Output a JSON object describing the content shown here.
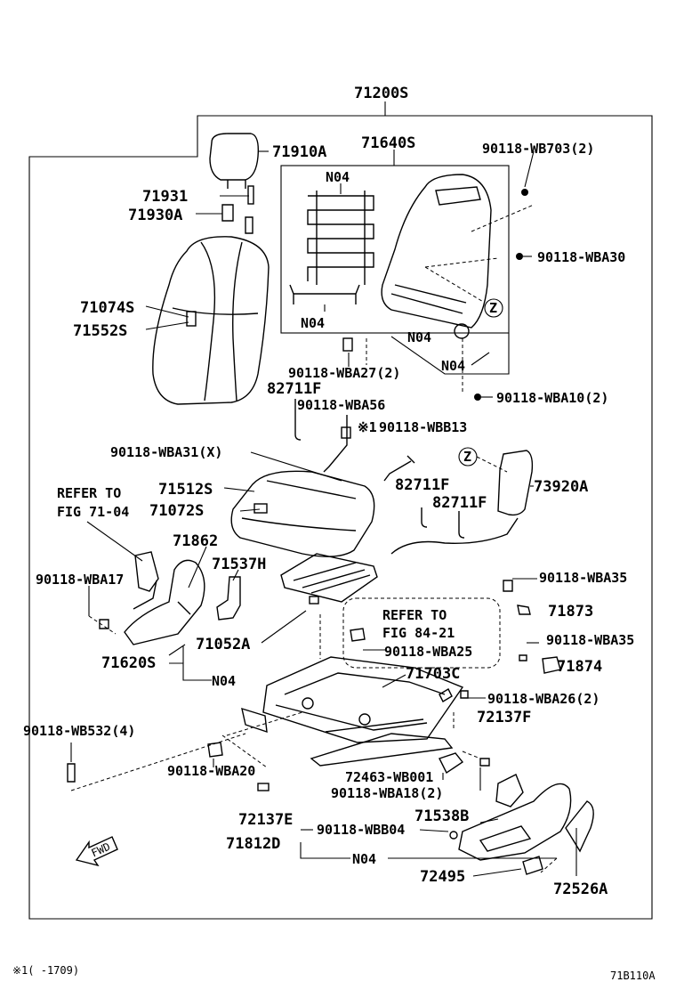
{
  "diagram": {
    "main_assembly": "71200S",
    "footer_note": "※1(   -1709)",
    "figure_code": "71B110A",
    "fwd_label": "FWD",
    "callouts": [
      "71910A",
      "71931",
      "71930A",
      "71640S",
      "90118-WB703(2)",
      "N04",
      "90118-WBA30",
      "71074S",
      "71552S",
      "Z",
      "N04",
      "N04",
      "90118-WBA27(2)",
      "N04",
      "82711F",
      "90118-WBA10(2)",
      "90118-WBA56",
      "※1",
      "90118-WBB13",
      "90118-WBA31(X)",
      "Z",
      "REFER TO",
      "71512S",
      "82711F",
      "73920A",
      "FIG 71-04",
      "71072S",
      "82711F",
      "71862",
      "71537H",
      "90118-WBA35",
      "90118-WBA17",
      "71873",
      "REFER TO",
      "FIG 84-21",
      "90118-WBA25",
      "90118-WBA35",
      "71620S",
      "71052A",
      "71874",
      "N04",
      "71703C",
      "90118-WBA26(2)",
      "72137F",
      "90118-WB532(4)",
      "90118-WBA20",
      "72463-WB001",
      "90118-WBA18(2)",
      "72137E",
      "71538B",
      "90118-WBB04",
      "71812D",
      "N04",
      "72495",
      "72526A"
    ]
  }
}
